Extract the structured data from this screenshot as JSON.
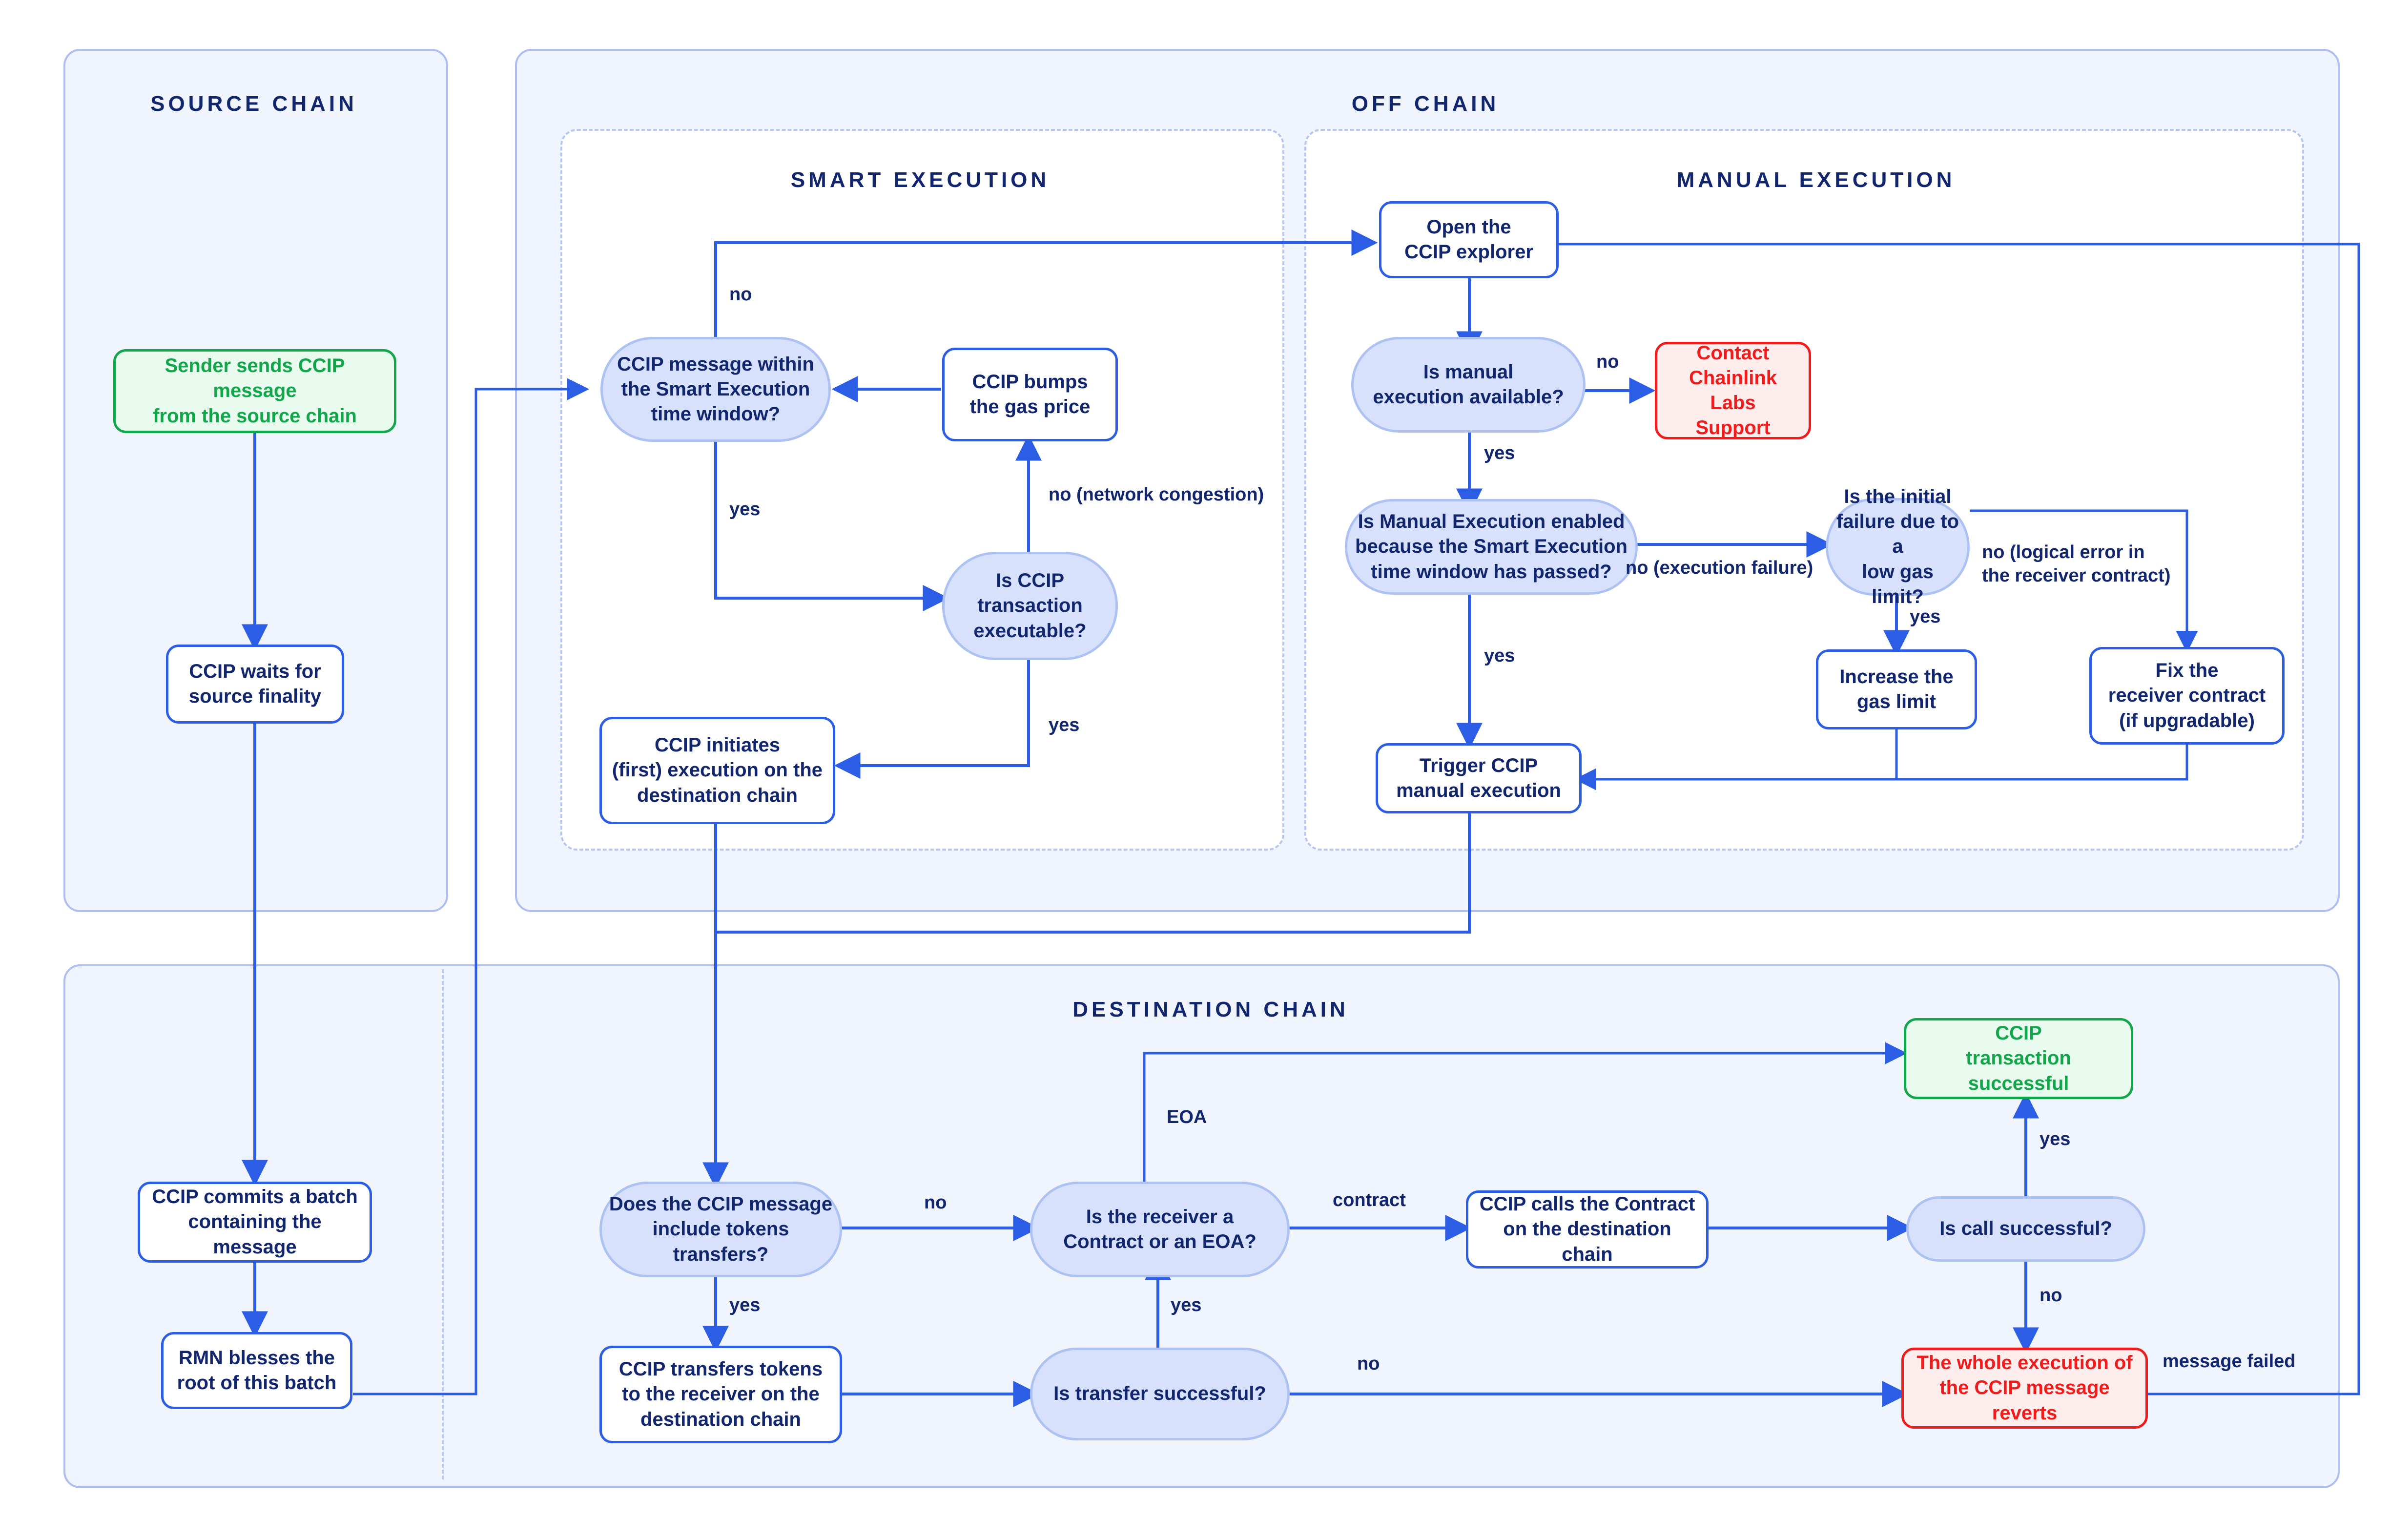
{
  "lanes": {
    "source": {
      "title": "SOURCE CHAIN"
    },
    "offchain": {
      "title": "OFF CHAIN"
    },
    "smart": {
      "title": "SMART EXECUTION"
    },
    "manual": {
      "title": "MANUAL EXECUTION"
    },
    "destination": {
      "title": "DESTINATION CHAIN"
    }
  },
  "nodes": {
    "sender": "Sender sends CCIP message\nfrom the source chain",
    "finality": "CCIP waits for\nsource finality",
    "commits": "CCIP commits a batch\ncontaining the message",
    "rmn": "RMN blesses the\nroot of this batch",
    "within_window": "CCIP message within\nthe Smart Execution\ntime window?",
    "bumps": "CCIP bumps\nthe gas price",
    "executable": "Is CCIP transaction\nexecutable?",
    "initiates": "CCIP initiates\n(first) execution on the\ndestination chain",
    "explorer": "Open the\nCCIP explorer",
    "manual_avail": "Is manual\nexecution available?",
    "contact": "Contact\nChainlink Labs\nSupport",
    "me_enabled": "Is Manual Execution enabled\nbecause the Smart Execution\ntime window has passed?",
    "initial_fail": "Is the initial\nfailure due to a\nlow gas limit?",
    "increase_gas": "Increase the\ngas limit",
    "fix_receiver": "Fix the\nreceiver contract\n(if upgradable)",
    "trigger": "Trigger CCIP\nmanual execution",
    "tokens_q": "Does the CCIP message\ninclude tokens transfers?",
    "transfers": "CCIP transfers tokens\nto the receiver on the\ndestination chain",
    "transfer_ok": "Is transfer successful?",
    "receiver_q": "Is the receiver a\nContract or an EOA?",
    "calls": "CCIP calls the Contract\non the destination chain",
    "call_ok": "Is call successful?",
    "success": "CCIP\ntransaction successful",
    "reverts": "The whole execution of\nthe CCIP message reverts"
  },
  "edge_labels": {
    "no_window": "no",
    "yes_window": "yes",
    "no_congestion": "no (network congestion)",
    "yes_executable": "yes",
    "no_manual": "no",
    "yes_manual": "yes",
    "no_exec_failure": "no (execution failure)",
    "yes_me_enabled": "yes",
    "no_logical_error": "no (logical error in\nthe receiver contract)",
    "yes_low_gas": "yes",
    "eoa": "EOA",
    "no_tokens": "no",
    "yes_tokens": "yes",
    "yes_transfer": "yes",
    "no_transfer": "no",
    "contract": "contract",
    "yes_call": "yes",
    "no_call": "no",
    "message_failed": "message failed"
  },
  "colors": {
    "lane_fill": "#f0f4fd",
    "lane_border": "#aebdf2",
    "edge": "#2c5de5",
    "text": "#11266e",
    "decision_fill": "#d7e1fb",
    "success": "#12a64a",
    "error": "#f01b1b"
  },
  "chart_data": {
    "type": "diagram",
    "title": "CCIP message execution flow",
    "lanes": [
      "SOURCE CHAIN",
      "OFF CHAIN",
      "SMART EXECUTION",
      "MANUAL EXECUTION",
      "DESTINATION CHAIN"
    ],
    "node_count": 24
  }
}
